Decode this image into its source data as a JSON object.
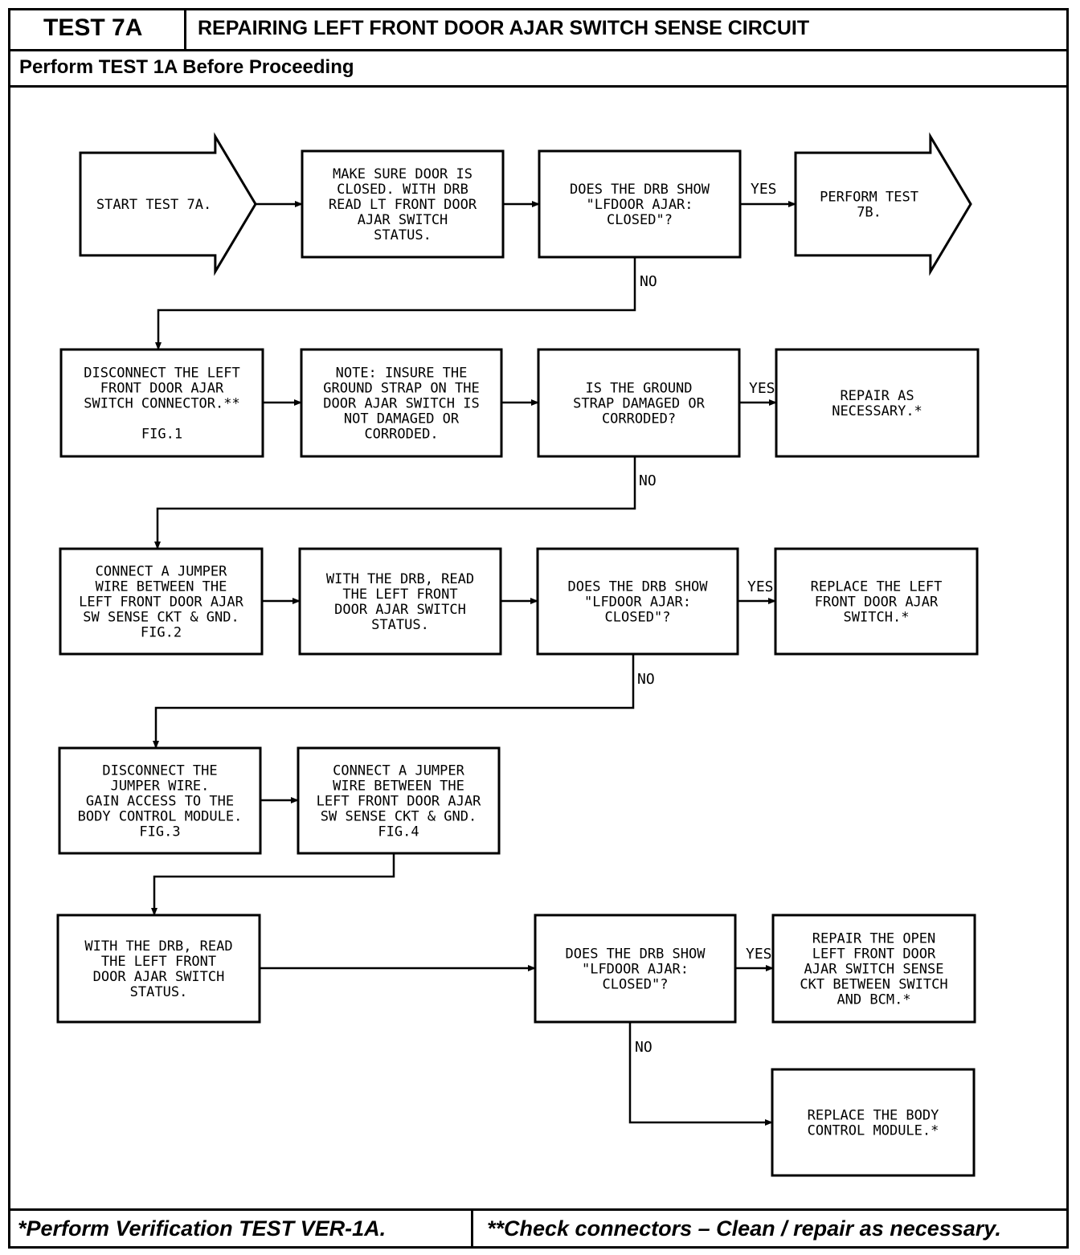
{
  "header": {
    "test_id": "TEST 7A",
    "title": "REPAIRING LEFT FRONT DOOR AJAR SWITCH SENSE CIRCUIT",
    "prerequisite": "Perform TEST 1A Before Proceeding"
  },
  "flowchart": {
    "start": [
      "START TEST 7A."
    ],
    "step_make_sure": [
      "MAKE SURE DOOR IS",
      "CLOSED. WITH DRB",
      "READ LT FRONT DOOR",
      "AJAR SWITCH",
      "STATUS."
    ],
    "q1": [
      "DOES THE DRB SHOW",
      "\"LFDOOR AJAR:",
      "CLOSED\"?"
    ],
    "goto_7b": [
      "PERFORM TEST",
      "7B."
    ],
    "step_disconnect": [
      "DISCONNECT THE LEFT",
      "FRONT DOOR AJAR",
      "SWITCH CONNECTOR.**",
      "",
      "FIG.1"
    ],
    "step_note": [
      "NOTE: INSURE THE",
      "GROUND STRAP ON THE",
      "DOOR AJAR SWITCH IS",
      "NOT DAMAGED OR",
      "CORRODED."
    ],
    "q2": [
      "IS THE GROUND",
      "STRAP DAMAGED OR",
      "CORRODED?"
    ],
    "repair_as_needed": [
      "REPAIR AS",
      "NECESSARY.*"
    ],
    "step_jumper1": [
      "CONNECT A JUMPER",
      "WIRE BETWEEN THE",
      "LEFT FRONT DOOR AJAR",
      "SW SENSE CKT & GND.",
      "FIG.2"
    ],
    "step_read1": [
      "WITH THE DRB, READ",
      "THE LEFT FRONT",
      "DOOR AJAR SWITCH",
      "STATUS."
    ],
    "q3": [
      "DOES THE DRB SHOW",
      "\"LFDOOR AJAR:",
      "CLOSED\"?"
    ],
    "replace_switch": [
      "REPLACE THE LEFT",
      "FRONT DOOR AJAR",
      "SWITCH.*"
    ],
    "step_disconnect_jumper": [
      "DISCONNECT THE",
      "JUMPER WIRE.",
      "GAIN ACCESS TO THE",
      "BODY CONTROL MODULE.",
      "FIG.3"
    ],
    "step_jumper2": [
      "CONNECT A JUMPER",
      "WIRE BETWEEN THE",
      "LEFT FRONT DOOR AJAR",
      "SW SENSE CKT & GND.",
      "FIG.4"
    ],
    "step_read2": [
      "WITH THE DRB, READ",
      "THE LEFT FRONT",
      "DOOR AJAR SWITCH",
      "STATUS."
    ],
    "q4": [
      "DOES THE DRB SHOW",
      "\"LFDOOR AJAR:",
      "CLOSED\"?"
    ],
    "repair_open": [
      "REPAIR THE OPEN",
      "LEFT FRONT DOOR",
      "AJAR SWITCH SENSE",
      "CKT BETWEEN SWITCH",
      "AND BCM.*"
    ],
    "replace_bcm": [
      "REPLACE THE BODY",
      "CONTROL MODULE.*"
    ],
    "yes_label": "YES",
    "no_label": "NO"
  },
  "footer": {
    "note_left": "*Perform Verification TEST VER-1A.",
    "note_right": "**Check connectors – Clean / repair as necessary."
  }
}
